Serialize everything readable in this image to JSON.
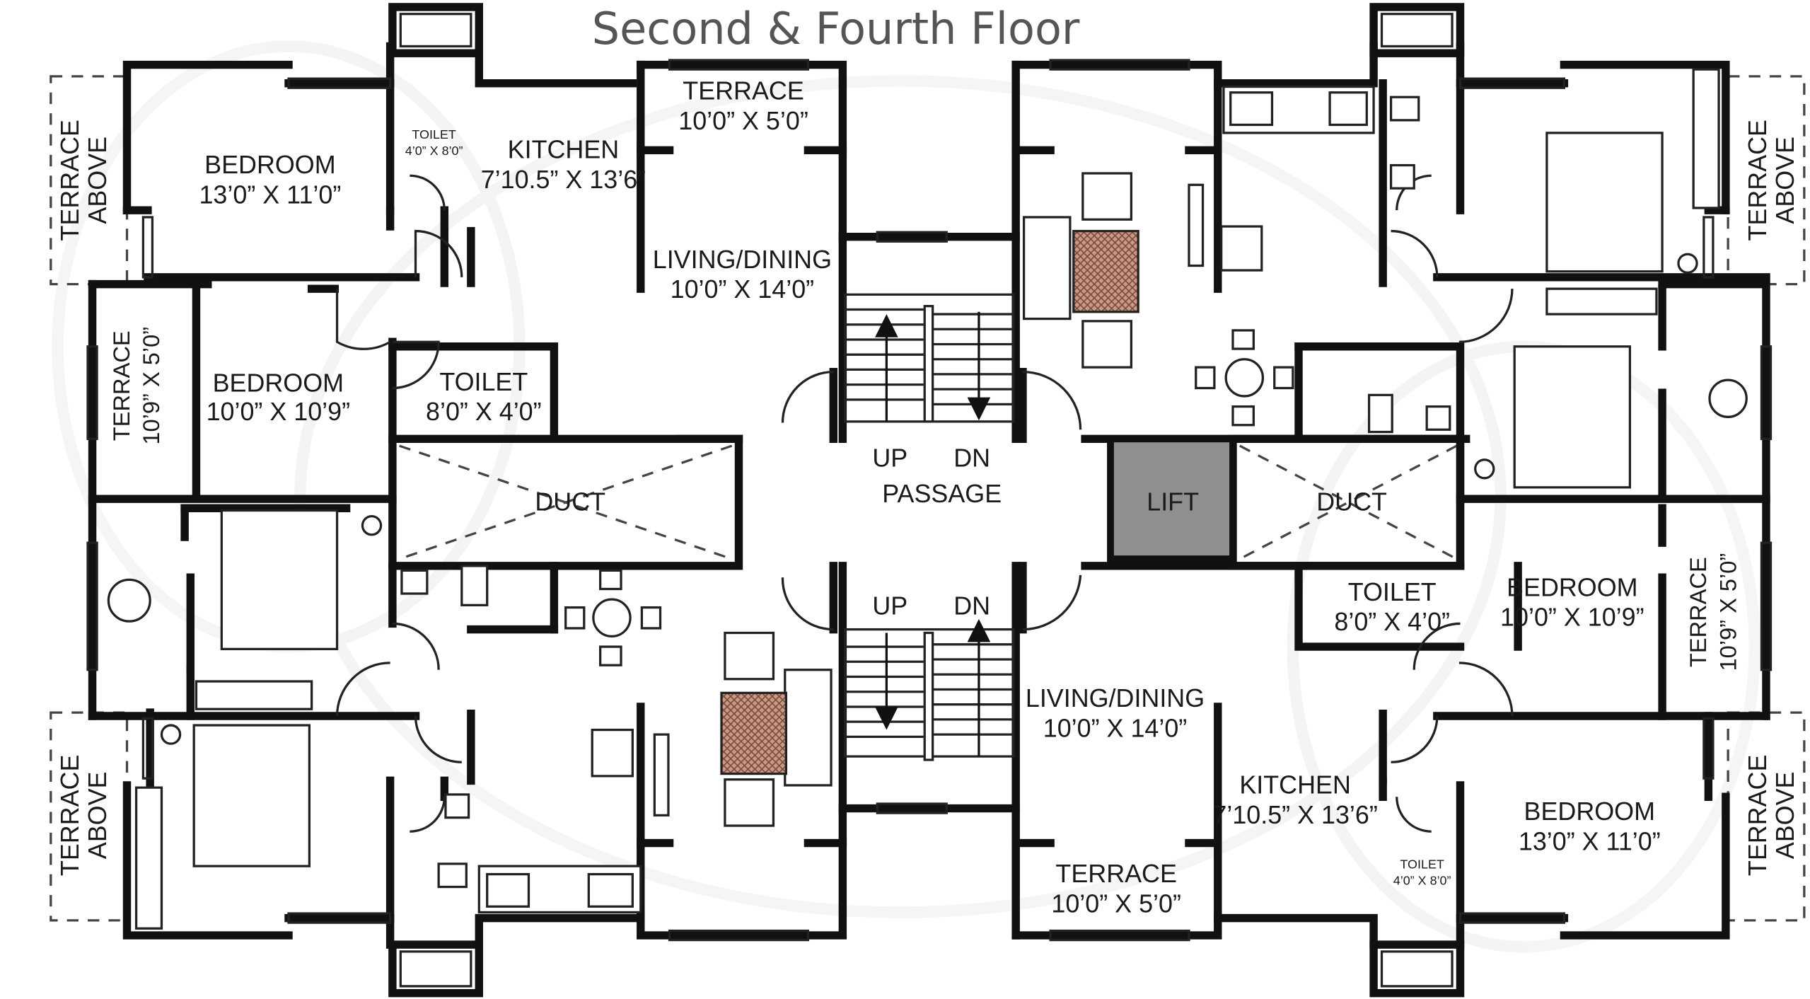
{
  "title": "Second & Fourth Floor",
  "labels": {
    "terrace_above_tl": "TERRACE ABOVE",
    "terrace_above_bl": "TERRACE ABOVE",
    "terrace_above_tr": "TERRACE ABOVE",
    "terrace_above_br": "TERRACE ABOVE",
    "bedroom_tl_name": "BEDROOM",
    "bedroom_tl_size": "13’0” X 11’0”",
    "toilet_tl_name": "TOILET",
    "toilet_tl_size": "4’0” X 8’0”",
    "kitchen_tl_name": "KITCHEN",
    "kitchen_tl_size": "7’10.5” X 13’6”",
    "terrace_top_name": "TERRACE",
    "terrace_top_size": "10’0” X 5’0”",
    "living_top_name": "LIVING/DINING",
    "living_top_size": "10’0” X 14’0”",
    "terrace_left_name": "TERRACE",
    "terrace_left_size": "10’9” X 5’0”",
    "bedroom_ml_name": "BEDROOM",
    "bedroom_ml_size": "10’0” X 10’9”",
    "toilet_ml_name": "TOILET",
    "toilet_ml_size": "8’0” X 4’0”",
    "duct_left": "DUCT",
    "duct_right": "DUCT",
    "lift": "LIFT",
    "passage": "PASSAGE",
    "up_top": "UP",
    "dn_top": "DN",
    "up_bottom": "UP",
    "dn_bottom": "DN",
    "toilet_mr_name": "TOILET",
    "toilet_mr_size": "8’0” X 4’0”",
    "bedroom_mr_name": "BEDROOM",
    "bedroom_mr_size": "10’0” X 10’9”",
    "terrace_right_name": "TERRACE",
    "terrace_right_size": "10’9” X 5’0”",
    "living_bottom_name": "LIVING/DINING",
    "living_bottom_size": "10’0” X 14’0”",
    "kitchen_br_name": "KITCHEN",
    "kitchen_br_size": "7’10.5” X 13’6”",
    "bedroom_br_name": "BEDROOM",
    "bedroom_br_size": "13’0” X 11’0”",
    "terrace_bottom_name": "TERRACE",
    "terrace_bottom_size": "10’0” X 5’0”",
    "toilet_br_name": "TOILET",
    "toilet_br_size": "4’0” X 8’0”"
  },
  "colors": {
    "lift_fill": "#8f8f8f",
    "wall": "#111111",
    "title": "#555555",
    "rug": "#b07a66"
  }
}
